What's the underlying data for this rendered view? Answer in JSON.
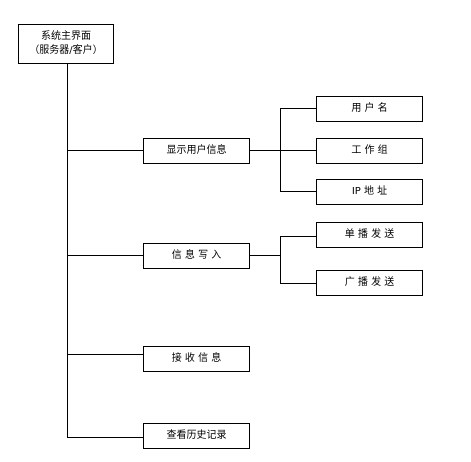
{
  "root": {
    "line1": "系统主界面",
    "line2": "（服务器/客户）"
  },
  "level1": [
    "显示用户信息",
    "信 息 写 入",
    "接 收 信 息",
    "查看历史记录"
  ],
  "user_info_children": [
    "用 户 名",
    "工 作 组",
    "IP 地 址"
  ],
  "write_children": [
    "单 播 发 送",
    "广 播 发 送"
  ]
}
